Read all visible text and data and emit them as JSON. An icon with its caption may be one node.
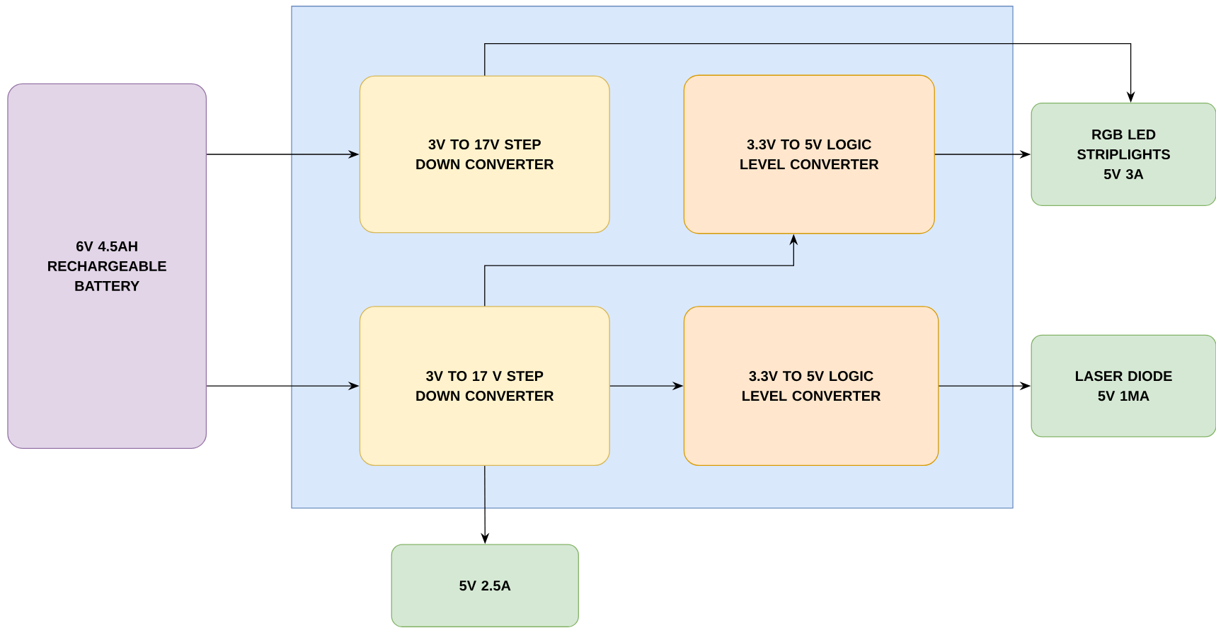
{
  "diagram": {
    "nodes": [
      {
        "text": [],
        "shape": "box"
      },
      {
        "text": [
          "6V 4.5AH RECHARGEABLE BATTERY"
        ]
      },
      {
        "text": [
          "3V TO 17V STEP DOWN CONVERTER"
        ],
        "in": 0
      },
      {
        "text": [
          "3.3V TO 5V LOGIC LEVEL CONVERTER"
        ],
        "in": 0
      },
      {
        "text": [
          "3V TO 17 V STEP DOWN CONVERTER"
        ],
        "in": 0
      },
      {
        "text": [
          "3.3V TO 5V LOGIC LEVEL CONVERTER"
        ],
        "in": 0
      },
      {
        "text": [
          "RGB LED STRIPLIGHTS 5V 3A"
        ]
      },
      {
        "text": [
          "LASER DIODE 5V 1MA"
        ]
      },
      {
        "text": [
          "5V 2.5A"
        ]
      }
    ],
    "edges": [
      {
        "from": 1,
        "to": 2,
        "arrow": "to"
      },
      {
        "from": 1,
        "to": 4,
        "arrow": "to"
      },
      {
        "from": 2,
        "to": 6,
        "arrow": "to"
      },
      {
        "from": 3,
        "to": 6,
        "arrow": "to"
      },
      {
        "from": 4,
        "to": 3,
        "arrow": "to"
      },
      {
        "from": 4,
        "to": 5,
        "arrow": "to"
      },
      {
        "from": 5,
        "to": 7,
        "arrow": "to"
      },
      {
        "from": 4,
        "to": 8,
        "arrow": "to"
      }
    ]
  }
}
